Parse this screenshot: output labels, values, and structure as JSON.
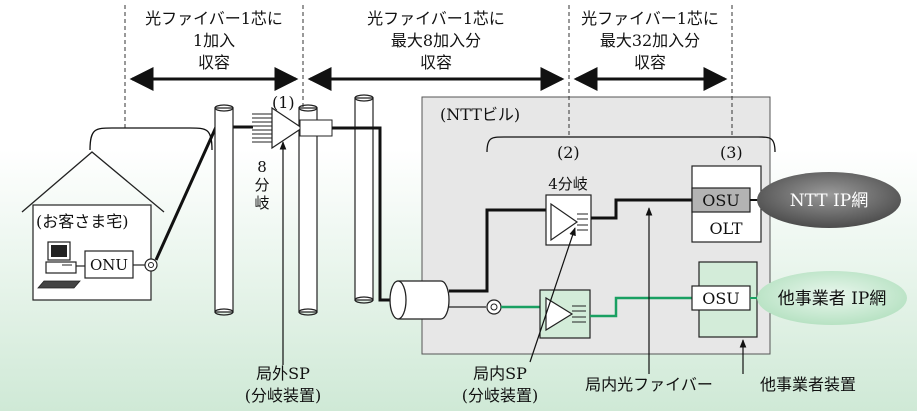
{
  "segments": [
    {
      "line1": "光ファイバー1芯に",
      "line2": "1加入",
      "line3": "収容"
    },
    {
      "line1": "光ファイバー1芯に",
      "line2": "最大8加入分",
      "line3": "収容"
    },
    {
      "line1": "光ファイバー1芯に",
      "line2": "最大32加入分",
      "line3": "収容"
    }
  ],
  "markers": {
    "m1": "(1)",
    "m2": "(2)",
    "m3": "(3)"
  },
  "building": {
    "label": "(NTTビル)"
  },
  "house": {
    "label": "(お客さま宅)",
    "onu": "ONU"
  },
  "splitter8": {
    "c1": "8",
    "c2": "分",
    "c3": "岐"
  },
  "splitter4": {
    "label": "4分岐"
  },
  "equipment": {
    "osu": "OSU",
    "olt": "OLT",
    "osu2": "OSU"
  },
  "networks": {
    "ntt": "NTT IP網",
    "other": "他事業者 IP網"
  },
  "callouts": {
    "outdoor_sp": "局外SP",
    "outdoor_sp_sub": "(分岐装置)",
    "indoor_sp": "局内SP",
    "indoor_sp_sub": "(分岐装置)",
    "indoor_fiber": "局内光ファイバー",
    "other_equipment": "他事業者装置"
  },
  "colors": {
    "green_line": "#1aa062",
    "green_box": "#d3ecd9",
    "building_fill": "#e7e7e7",
    "ntt_cloud": "#6e6e6e",
    "other_cloud": "#bfe6c9"
  }
}
